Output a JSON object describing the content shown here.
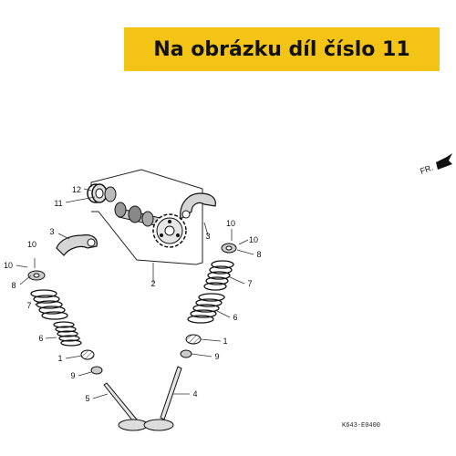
{
  "banner": {
    "text": "Na obrázku díl číslo 11",
    "background": "#f3c316"
  },
  "direction": {
    "label": "FR."
  },
  "part_labels": [
    "12",
    "11",
    "3",
    "10",
    "10",
    "8",
    "7",
    "6",
    "1",
    "9",
    "5",
    "2",
    "3",
    "10",
    "10",
    "8",
    "7",
    "6",
    "1",
    "9",
    "4"
  ],
  "diagram_code": "K643-E0400"
}
